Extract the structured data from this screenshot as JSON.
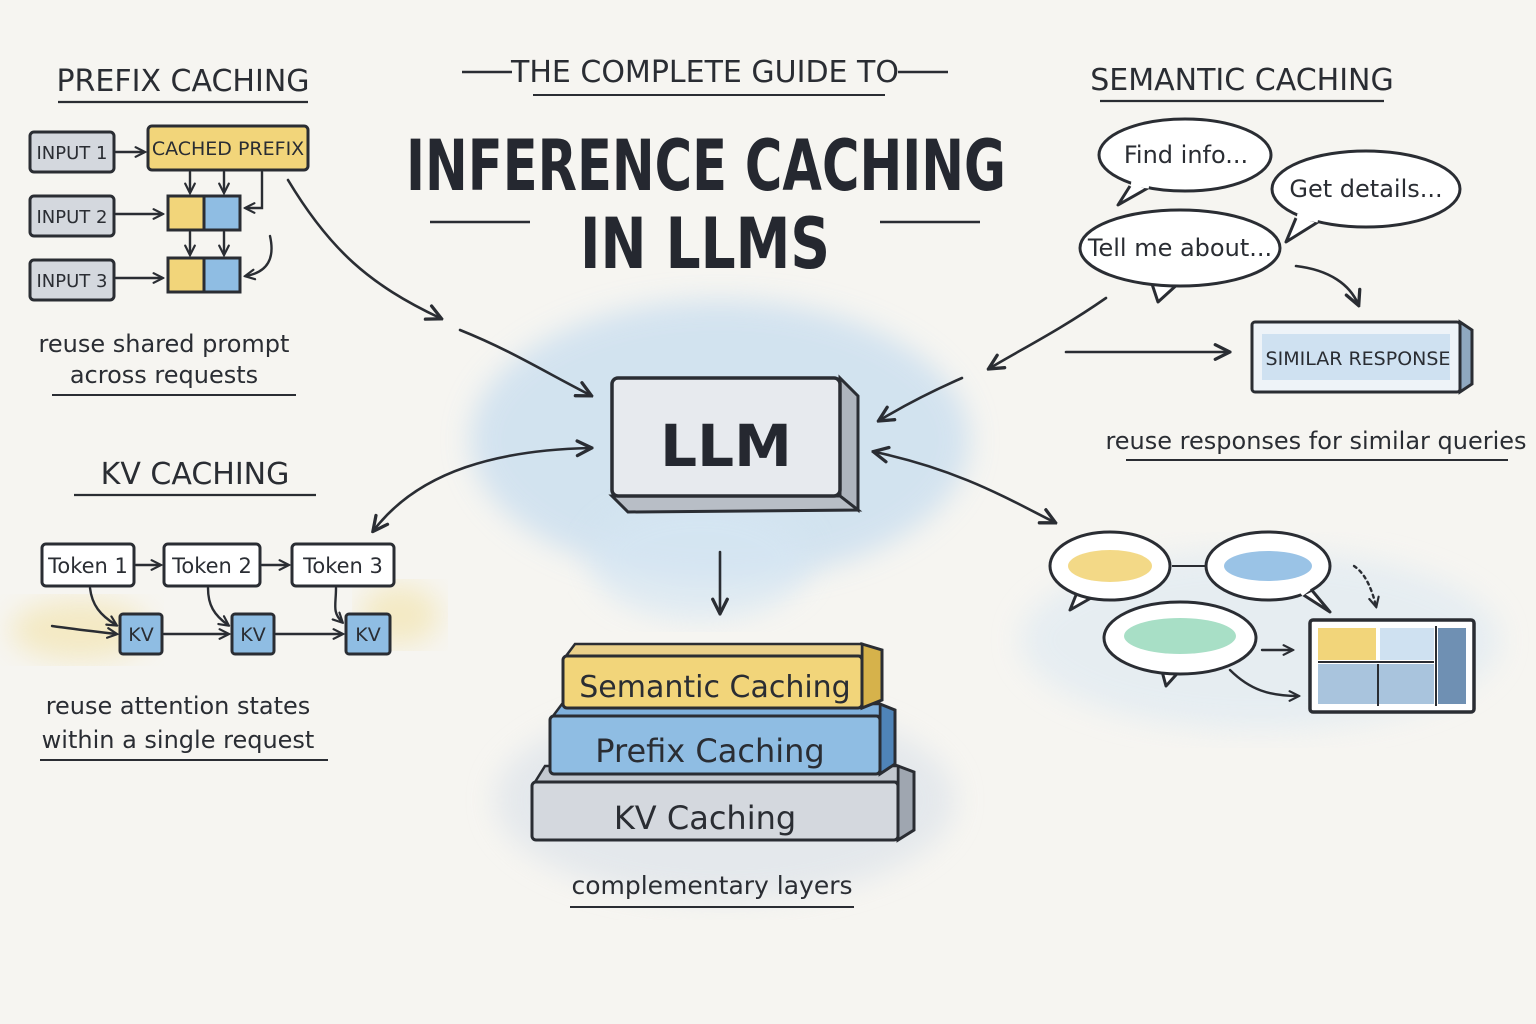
{
  "header": {
    "kicker": "THE COMPLETE GUIDE TO",
    "title_line1": "INFERENCE CACHING",
    "title_line2": "IN LLMS"
  },
  "center": {
    "llm_label": "LLM",
    "stack": {
      "top": "Semantic Caching",
      "middle": "Prefix Caching",
      "bottom": "KV Caching",
      "caption": "complementary layers"
    }
  },
  "prefix_caching": {
    "heading": "PREFIX CACHING",
    "cached_prefix": "CACHED PREFIX",
    "inputs": [
      "INPUT 1",
      "INPUT 2",
      "INPUT 3"
    ],
    "caption_line1": "reuse shared prompt",
    "caption_line2": "across requests"
  },
  "kv_caching": {
    "heading": "KV CACHING",
    "tokens": [
      "Token 1",
      "Token 2",
      "Token 3"
    ],
    "kv_labels": [
      "KV",
      "KV",
      "KV"
    ],
    "caption_line1": "reuse attention states",
    "caption_line2": "within a single request"
  },
  "semantic_caching": {
    "heading": "SEMANTIC CACHING",
    "bubbles": [
      "Find info...",
      "Get details...",
      "Tell me about..."
    ],
    "similar_response": "SIMILAR RESPONSE",
    "caption": "reuse responses for similar queries"
  },
  "colors": {
    "ink": "#2a2d33",
    "paper": "#f6f5f1",
    "yellow": "#f2d57a",
    "blue": "#8fbde3",
    "light_blue": "#cfe1f1",
    "gray": "#d4d8de",
    "green": "#9fdcc0"
  }
}
